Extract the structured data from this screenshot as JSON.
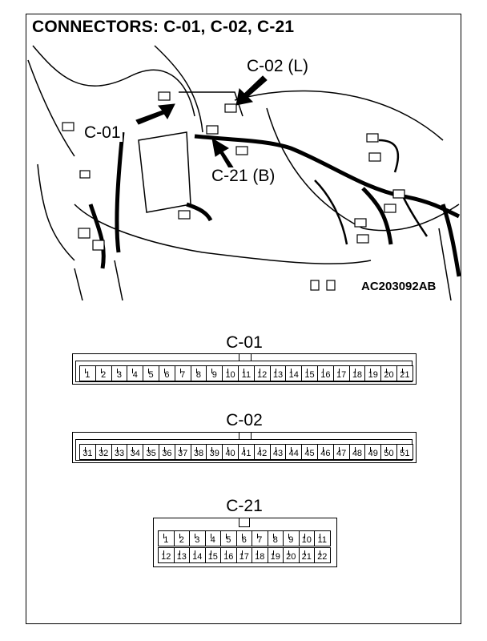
{
  "title": "CONNECTORS: C-01, C-02, C-21",
  "illustration": {
    "callouts": {
      "c01": "C-01",
      "c02": "C-02 (L)",
      "c21": "C-21 (B)"
    },
    "figure_code": "AC203092AB"
  },
  "connectors": {
    "c01": {
      "name": "C-01",
      "pins": [
        "1",
        "2",
        "3",
        "4",
        "5",
        "6",
        "7",
        "8",
        "9",
        "10",
        "11",
        "12",
        "13",
        "14",
        "15",
        "16",
        "17",
        "18",
        "19",
        "20",
        "21"
      ]
    },
    "c02": {
      "name": "C-02",
      "pins": [
        "31",
        "32",
        "33",
        "34",
        "35",
        "36",
        "37",
        "38",
        "39",
        "40",
        "41",
        "42",
        "43",
        "44",
        "45",
        "46",
        "47",
        "48",
        "49",
        "50",
        "51"
      ]
    },
    "c21": {
      "name": "C-21",
      "top_pins": [
        "1",
        "2",
        "3",
        "4",
        "5",
        "6",
        "7",
        "8",
        "9",
        "10",
        "11"
      ],
      "bottom_pins": [
        "12",
        "13",
        "14",
        "15",
        "16",
        "17",
        "18",
        "19",
        "20",
        "21",
        "22"
      ]
    }
  }
}
